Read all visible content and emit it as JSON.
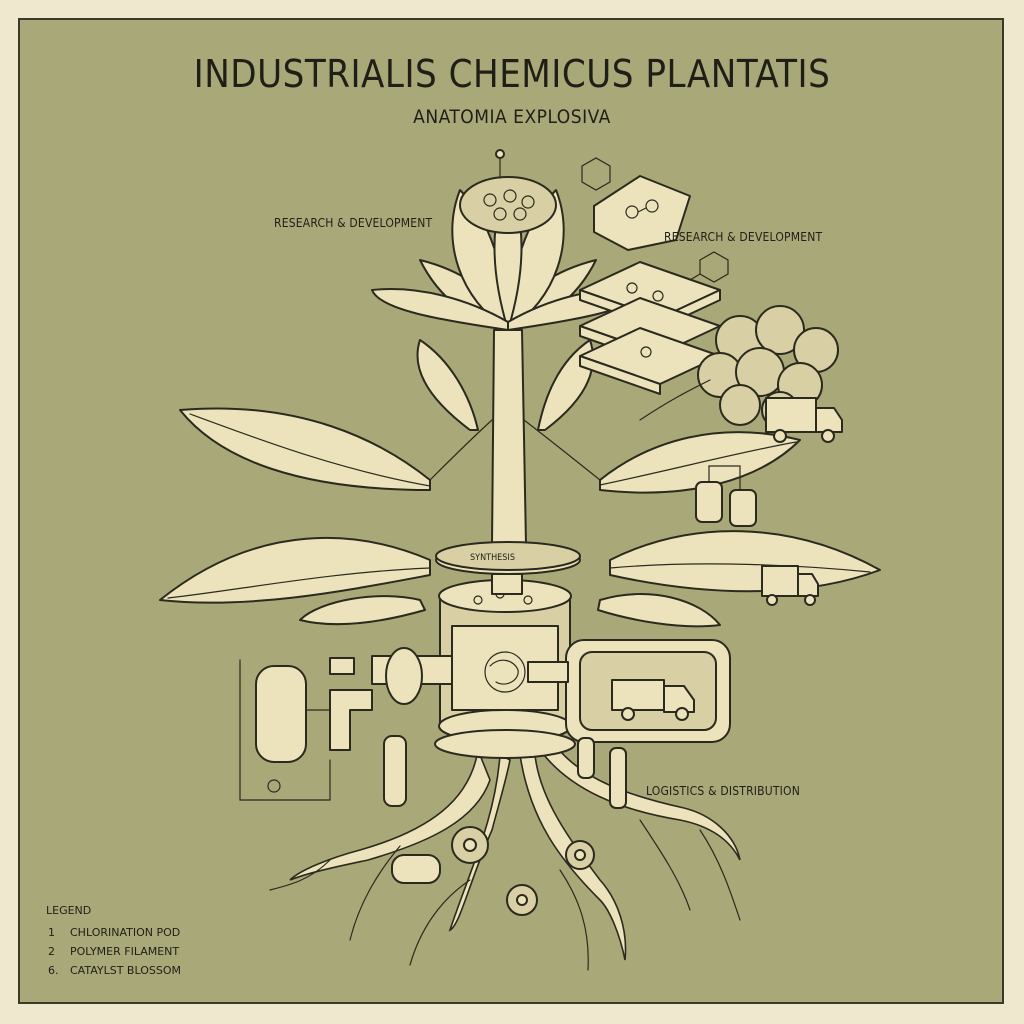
{
  "header": {
    "title": "INDUSTRIALIS CHEMICUS PLANTATIS",
    "subtitle": "ANATOMIA EXPLOSIVA"
  },
  "callouts": {
    "rd_left": "RESEARCH & DEVELOPMENT",
    "rd_right": "RESEARCH & DEVELOPMENT",
    "logistics": "LOGISTICS & DISTRIBUTION",
    "synthesis_band": "SYNTHESIS"
  },
  "legend": {
    "title": "LEGEND",
    "items": [
      {
        "num": "1",
        "label": "CHLORINATION POD"
      },
      {
        "num": "2",
        "label": "POLYMER FILAMENT"
      },
      {
        "num": "6.",
        "label": "CATAYLST BLOSSOM"
      }
    ]
  },
  "colors": {
    "panel": "#a9a878",
    "paper": "#efe8cf",
    "ink": "#2b2a1e",
    "cream": "#ece3bd"
  }
}
